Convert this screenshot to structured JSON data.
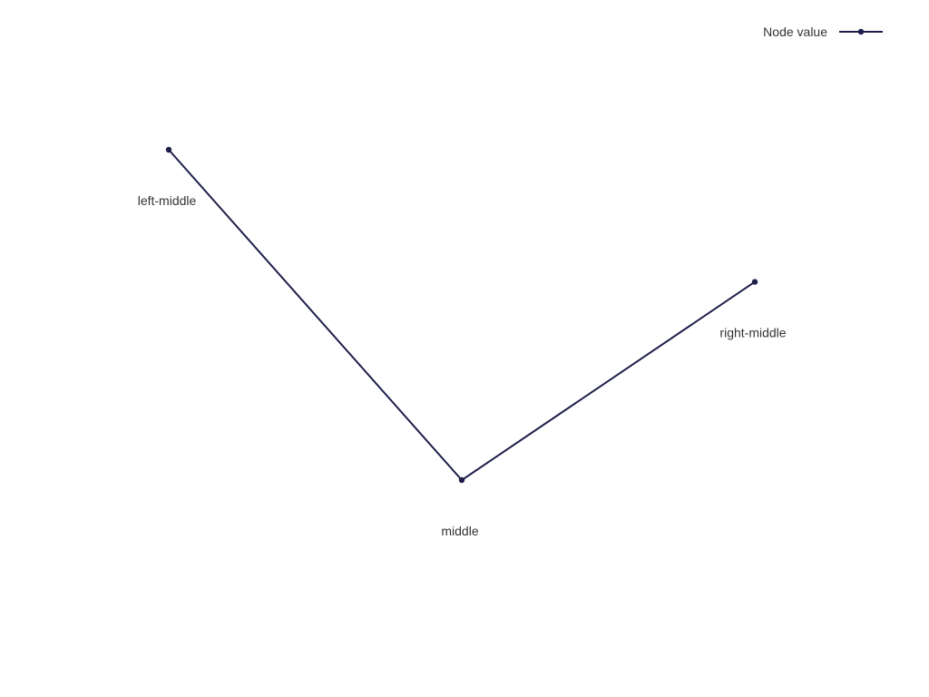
{
  "chart_data": {
    "type": "line",
    "title": "",
    "xlabel": "",
    "ylabel": "",
    "grid": false,
    "legend_position": "top-right",
    "axes_visible": false,
    "categories": [
      "left-middle",
      "middle",
      "right-middle"
    ],
    "series": [
      {
        "name": "Node value",
        "values": [
          10,
          0,
          6
        ],
        "color": "#1e1e4b",
        "marker": "circle"
      }
    ],
    "ylim": [
      -4,
      14
    ]
  }
}
